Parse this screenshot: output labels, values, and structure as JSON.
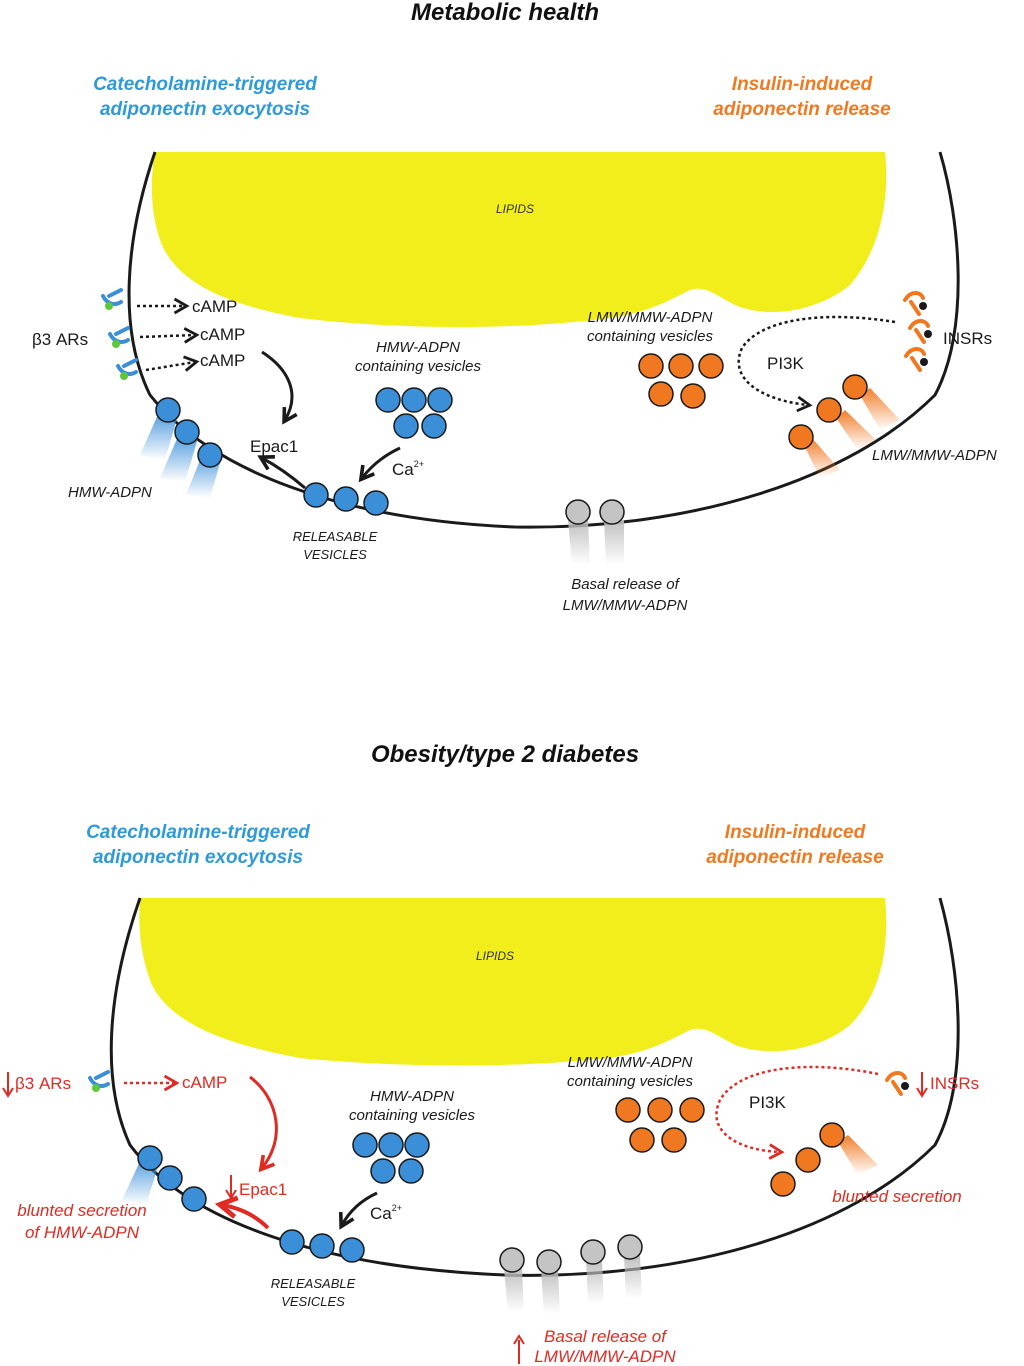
{
  "panels": [
    {
      "title": "Metabolic health",
      "left_heading": [
        "Catecholamine-triggered",
        "adiponectin exocytosis"
      ],
      "right_heading": [
        "Insulin-induced",
        "adiponectin release"
      ],
      "lipids": "LIPIDS",
      "receptor_label": "β3 ARs",
      "camp": [
        "cAMP",
        "cAMP",
        "cAMP"
      ],
      "epac": "Epac1",
      "hmw_vesicles": [
        "HMW-ADPN",
        "containing vesicles"
      ],
      "lmw_vesicles": [
        "LMW/MMW-ADPN",
        "containing vesicles"
      ],
      "ca": "Ca",
      "ca_sup": "2+",
      "pi3k": "PI3K",
      "insrs": "INSRs",
      "left_release": [
        "HMW-ADPN"
      ],
      "right_release": "LMW/MMW-ADPN",
      "releasable": [
        "RELEASABLE",
        "VESICLES"
      ],
      "basal": [
        "Basal release of",
        "LMW/MMW-ADPN"
      ]
    },
    {
      "title": "Obesity/type 2 diabetes",
      "left_heading": [
        "Catecholamine-triggered",
        "adiponectin exocytosis"
      ],
      "right_heading": [
        "Insulin-induced",
        "adiponectin release"
      ],
      "lipids": "LIPIDS",
      "receptor_label": "β3 ARs",
      "camp": [
        "cAMP"
      ],
      "epac": "Epac1",
      "hmw_vesicles": [
        "HMW-ADPN",
        "containing vesicles"
      ],
      "lmw_vesicles": [
        "LMW/MMW-ADPN",
        "containing vesicles"
      ],
      "ca": "Ca",
      "ca_sup": "2+",
      "pi3k": "PI3K",
      "insrs": "INSRs",
      "left_release": [
        "blunted secretion",
        "of HMW-ADPN"
      ],
      "right_release": "blunted secretion",
      "releasable": [
        "RELEASABLE",
        "VESICLES"
      ],
      "basal": [
        "Basal release of",
        "LMW/MMW-ADPN"
      ]
    }
  ],
  "colors": {
    "blue_vesicle": "#3b8fd8",
    "orange_vesicle": "#f07820",
    "grey_vesicle": "#c4c4c4",
    "lipid": "#f2ee1c",
    "impaired_red": "#e02a24",
    "membrane": "#1a1a1a"
  }
}
